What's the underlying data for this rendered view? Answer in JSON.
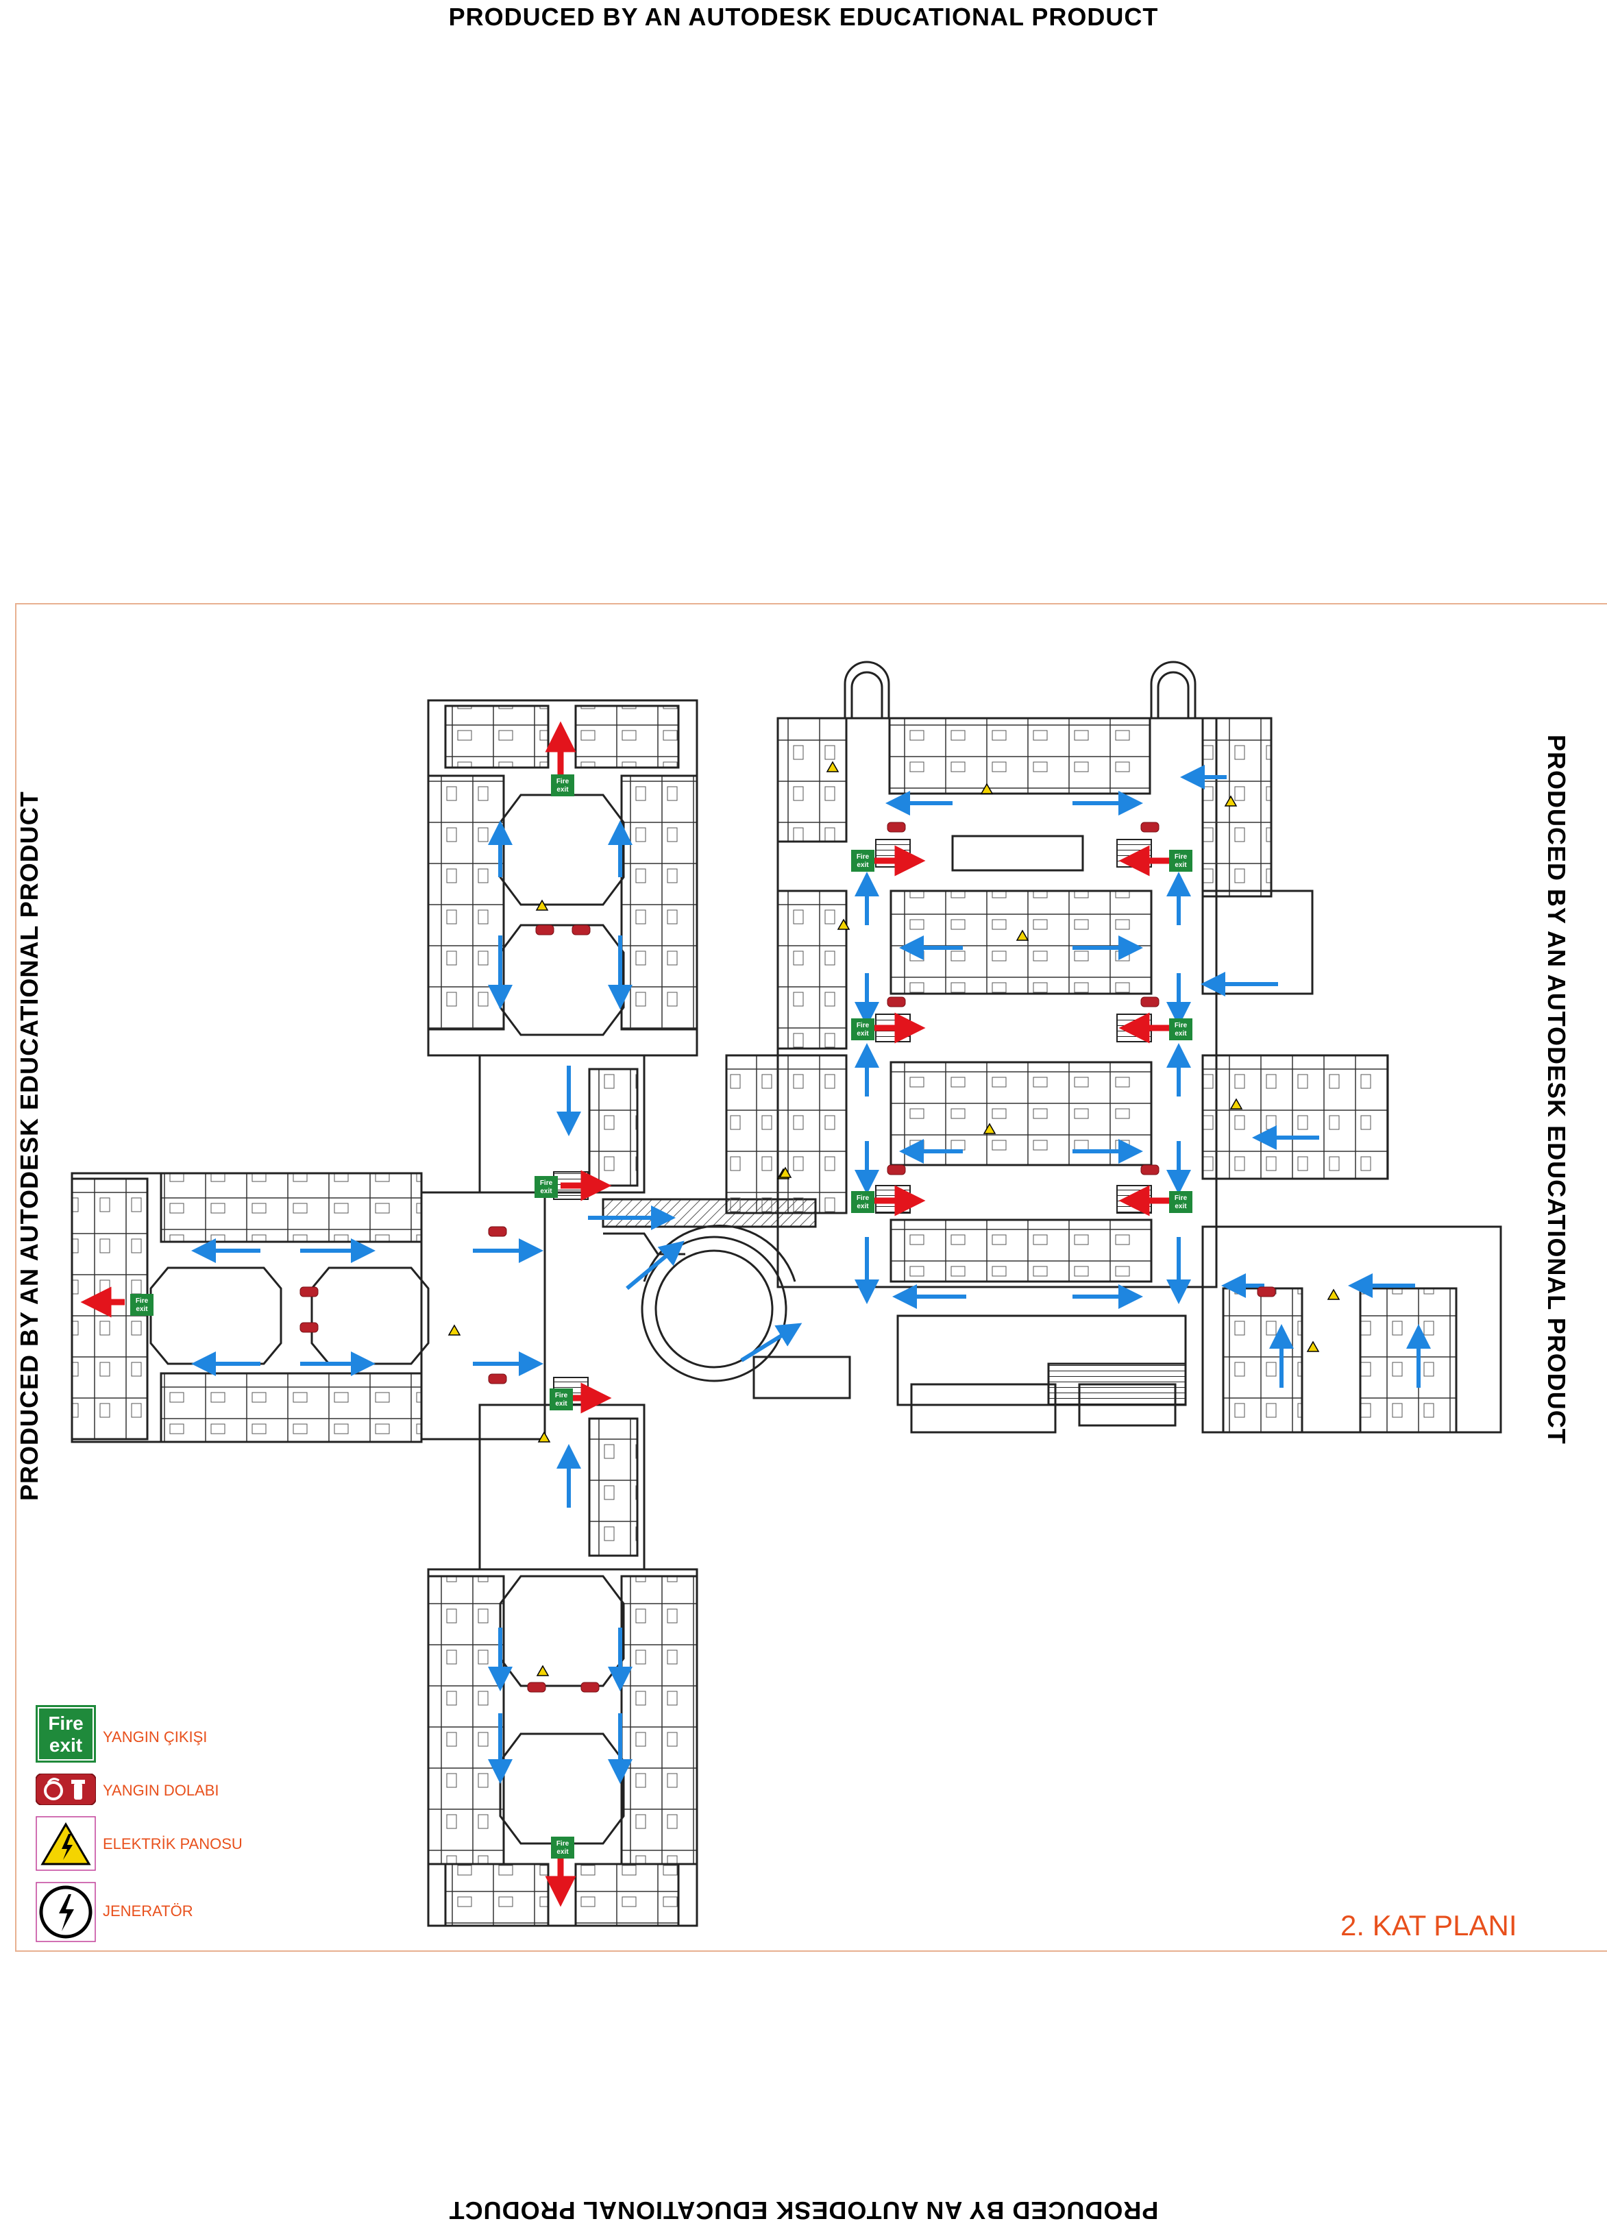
{
  "watermark": {
    "text": "PRODUCED BY AN AUTODESK EDUCATIONAL PRODUCT"
  },
  "plan": {
    "title": "2. KAT PLANI",
    "fire_exit_sign": {
      "line1": "Fire",
      "line2": "exit"
    }
  },
  "legend": {
    "items": [
      {
        "key": "fire_exit",
        "label": "YANGIN ÇIKIŞI",
        "icon": "fire-exit-icon"
      },
      {
        "key": "fire_cabinet",
        "label": "YANGIN DOLABI",
        "icon": "fire-cabinet-icon"
      },
      {
        "key": "electric_panel",
        "label": "ELEKTRİK PANOSU",
        "icon": "electric-panel-icon"
      },
      {
        "key": "generator",
        "label": "JENERATÖR",
        "icon": "generator-icon"
      }
    ]
  },
  "colors": {
    "exit_green": "#1f8a3b",
    "exit_arrow_red": "#e3141c",
    "route_arrow_blue": "#1f86e0",
    "cabinet_red": "#b8212a",
    "warning_yellow": "#f4d400",
    "legend_text_orange": "#e8501c",
    "frame_border": "#e8b090"
  }
}
